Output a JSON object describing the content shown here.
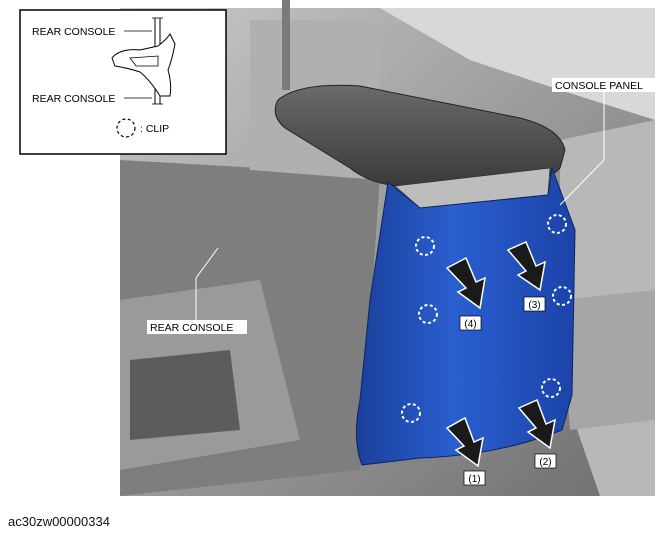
{
  "labels": {
    "console_panel": "CONSOLE PANEL",
    "rear_console": "REAR CONSOLE"
  },
  "inset": {
    "upper_label": "REAR CONSOLE",
    "lower_label": "REAR CONSOLE",
    "legend_text": ": CLIP"
  },
  "steps": [
    "(1)",
    "(2)",
    "(3)",
    "(4)"
  ],
  "caption": "ac30zw00000334",
  "colors": {
    "panel_blue": "#1f4fb8",
    "background_gray": "#8e8e8e"
  }
}
